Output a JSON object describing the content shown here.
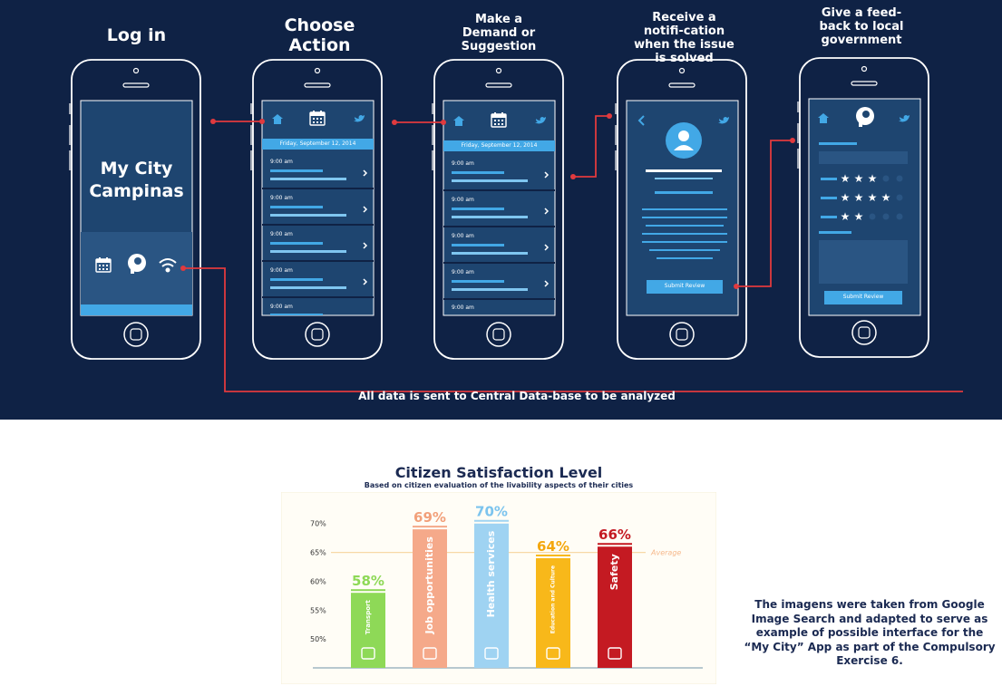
{
  "flow": {
    "steps": [
      {
        "title": "Log in"
      },
      {
        "title": "Choose Action"
      },
      {
        "title": "Make a Demand or Suggestion"
      },
      {
        "title": "Receive a notifi-cation when the issue is solved"
      },
      {
        "title": "Give a feed-back to local government"
      }
    ],
    "footer_note": "All data is sent to Central Data-base to be analyzed"
  },
  "phones": {
    "login": {
      "app_name_line1": "My City",
      "app_name_line2": "Campinas"
    },
    "action": {
      "date": "Friday, September 12, 2014",
      "times": [
        "9:00 am",
        "9:00 am",
        "9:00 am",
        "9:00 am",
        "9:00 am"
      ]
    },
    "demand": {
      "date": "Friday, September 12, 2014",
      "times": [
        "9:00 am",
        "9:00 am",
        "9:00 am",
        "9:00 am",
        "9:00 am"
      ]
    },
    "notification": {
      "button_label": "Submit Review"
    },
    "feedback": {
      "button_label": "Submit Review",
      "ratings": [
        3,
        4,
        2
      ]
    }
  },
  "chart": {
    "title": "Citizen Satisfaction Level",
    "subtitle": "Based on citizen evaluation of the livability aspects of their cities"
  },
  "chart_data": {
    "type": "bar",
    "title": "Citizen Satisfaction Level",
    "subtitle": "Based on citizen evaluation of the livability aspects of their cities",
    "categories": [
      "Transport",
      "Job opportunities",
      "Health services",
      "Education and Culture",
      "Safety"
    ],
    "values": [
      58,
      69,
      70,
      64,
      66
    ],
    "value_labels": [
      "58%",
      "69%",
      "70%",
      "64%",
      "66%"
    ],
    "colors": [
      "#8ed957",
      "#f5a98a",
      "#9fd3f2",
      "#f8b81a",
      "#c41a22"
    ],
    "value_label_colors": [
      "#8ed957",
      "#f2a07a",
      "#7cc4ee",
      "#f4a70d",
      "#c41a22"
    ],
    "y_ticks": [
      {
        "value": 50,
        "label": "50%"
      },
      {
        "value": 55,
        "label": "55%"
      },
      {
        "value": 60,
        "label": "60%"
      },
      {
        "value": 65,
        "label": "65%"
      },
      {
        "value": 70,
        "label": "70%"
      }
    ],
    "average": {
      "value": 65,
      "label": "Average"
    },
    "ylim": [
      45,
      72
    ],
    "grid": false
  },
  "side_note": "The imagens were taken from Google Image Search and adapted to serve as example of possible interface for the “My City” App as part of the Compulsory Exercise 6.",
  "colors": {
    "navy": "#0f2245",
    "connector": "#e03a3e",
    "screen": "#1e4570",
    "accent": "#42a8e6",
    "chart_text": "#1b2a52"
  }
}
